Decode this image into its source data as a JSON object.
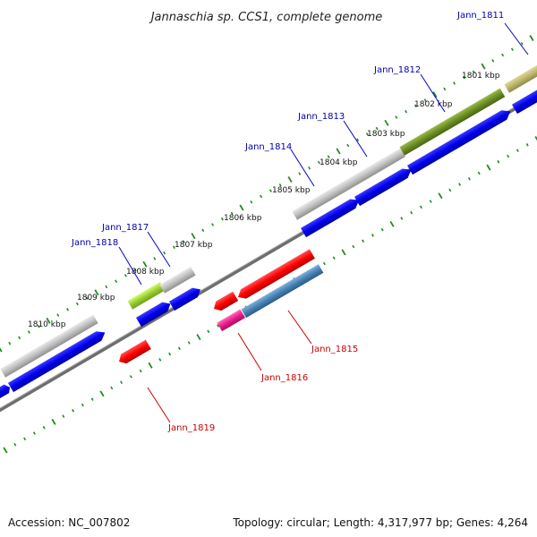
{
  "title": "Jannaschia sp. CCS1, complete genome",
  "footer": {
    "accession": "Accession: NC_007802",
    "topology": "Topology: circular; Length: 4,317,977 bp; Genes: 4,264"
  },
  "colors": {
    "forward_label": "#0000aa",
    "reverse_label": "#cc0000",
    "tick": "#228b22",
    "backbone": "#808080",
    "cds_forward": "#0000ee",
    "cds_reverse": "#ff0000",
    "gray_feature": "#bbbbbb",
    "olive_feature": "#6b8e23",
    "khaki_feature": "#bdb76b",
    "lime_feature": "#9acd32",
    "pink_feature": "#ee1b8a",
    "steel_feature": "#4682b4"
  },
  "kbp_labels": [
    "1801 kbp",
    "1802 kbp",
    "1803 kbp",
    "1804 kbp",
    "1805 kbp",
    "1806 kbp",
    "1807 kbp",
    "1808 kbp",
    "1809 kbp",
    "1810 kbp"
  ],
  "gene_labels": {
    "forward": [
      "Jann_1811",
      "Jann_1812",
      "Jann_1813",
      "Jann_1814",
      "Jann_1817",
      "Jann_1818"
    ],
    "reverse": [
      "Jann_1815",
      "Jann_1816",
      "Jann_1819"
    ]
  }
}
